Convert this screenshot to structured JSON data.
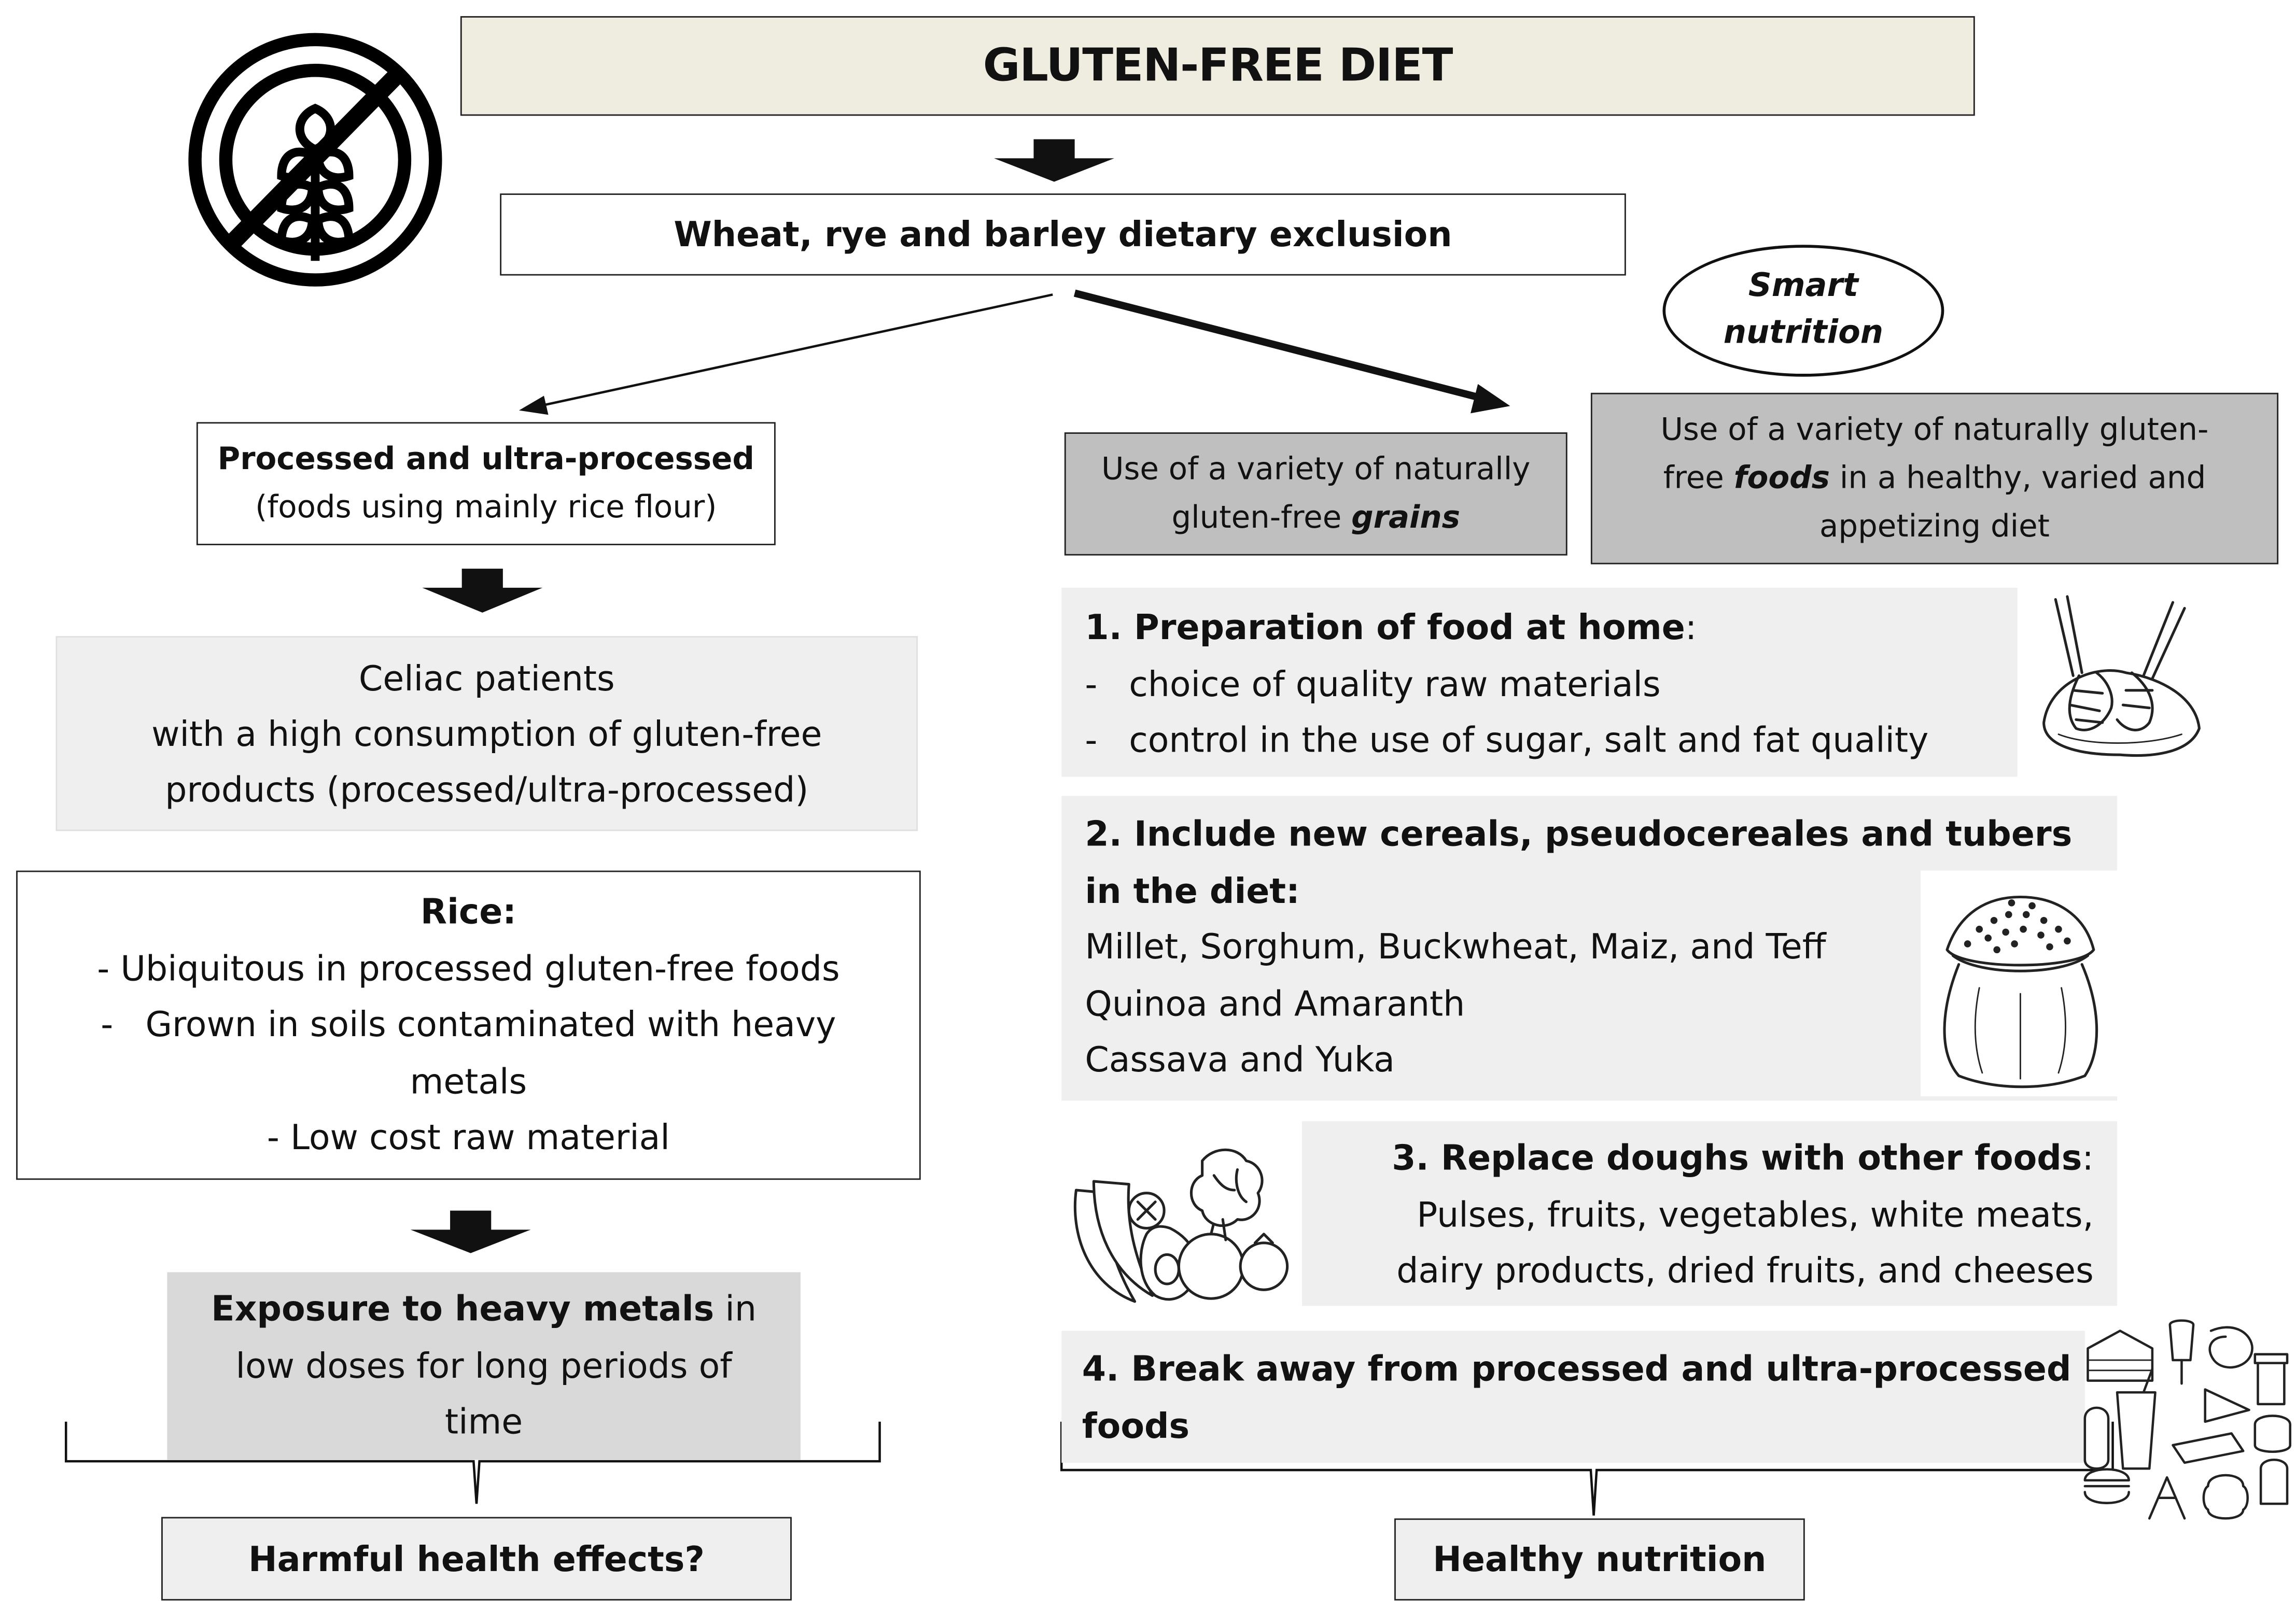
{
  "title": "GLUTEN-FREE DIET",
  "exclusion": "Wheat, rye and barley dietary exclusion",
  "smart_nutrition": {
    "line1": "Smart",
    "line2": "nutrition"
  },
  "left": {
    "processed": {
      "title": "Processed and ultra-processed",
      "subtitle": "(foods using mainly rice flour)"
    },
    "celiac": {
      "line1": "Celiac patients",
      "line2": "with a high consumption of gluten-free",
      "line3": "products (processed/ultra-processed)"
    },
    "rice": {
      "title": "Rice:",
      "item1": "- Ubiquitous in processed gluten-free foods",
      "item2_dash": "-",
      "item2": "Grown in soils contaminated with heavy",
      "item2_cont": "metals",
      "item3": "- Low cost raw material"
    },
    "exposure": {
      "bold": "Exposure to heavy metals",
      "rest1": " in",
      "line2": "low doses for long periods of",
      "line3": "time"
    },
    "result": "Harmful health effects?"
  },
  "right": {
    "grains": {
      "line1": "Use of a variety of naturally",
      "line2_pre": "gluten-free ",
      "line2_em": "grains"
    },
    "foods": {
      "line1": "Use of a variety of naturally gluten-",
      "line2_pre": "free ",
      "line2_em": "foods",
      "line2_post": " in a healthy, varied and",
      "line3": "appetizing diet"
    },
    "step1": {
      "title": "1. Preparation of food at home",
      "colon": ":",
      "dash": "-",
      "item1": "choice of quality raw materials",
      "item2": "control in the use of sugar, salt and fat quality"
    },
    "step2": {
      "title1": "2. Include new cereals, pseudocereales and tubers",
      "title2": "in the diet:",
      "line1": "Millet, Sorghum, Buckwheat, Maiz, and Teff",
      "line2": "Quinoa and Amaranth",
      "line3": "Cassava and Yuka"
    },
    "step3": {
      "title": "3. Replace doughs with other foods",
      "colon": ":",
      "line1": "Pulses, fruits, vegetables, white meats,",
      "line2": "dairy products, dried fruits, and cheeses"
    },
    "step4": {
      "title1": "4. Break away from processed and ultra-processed",
      "title2": "foods"
    },
    "result": "Healthy nutrition"
  },
  "icons": [
    "no-gluten-icon",
    "kneading-dough-icon",
    "grain-sack-icon",
    "fruits-vegetables-icon",
    "processed-food-icon"
  ],
  "colors": {
    "title_bg": "#efeddf",
    "light_gray": "#efefef",
    "mid_gray": "#d9d9d9",
    "dark_gray": "#bfbfbf",
    "border": "#222222"
  }
}
